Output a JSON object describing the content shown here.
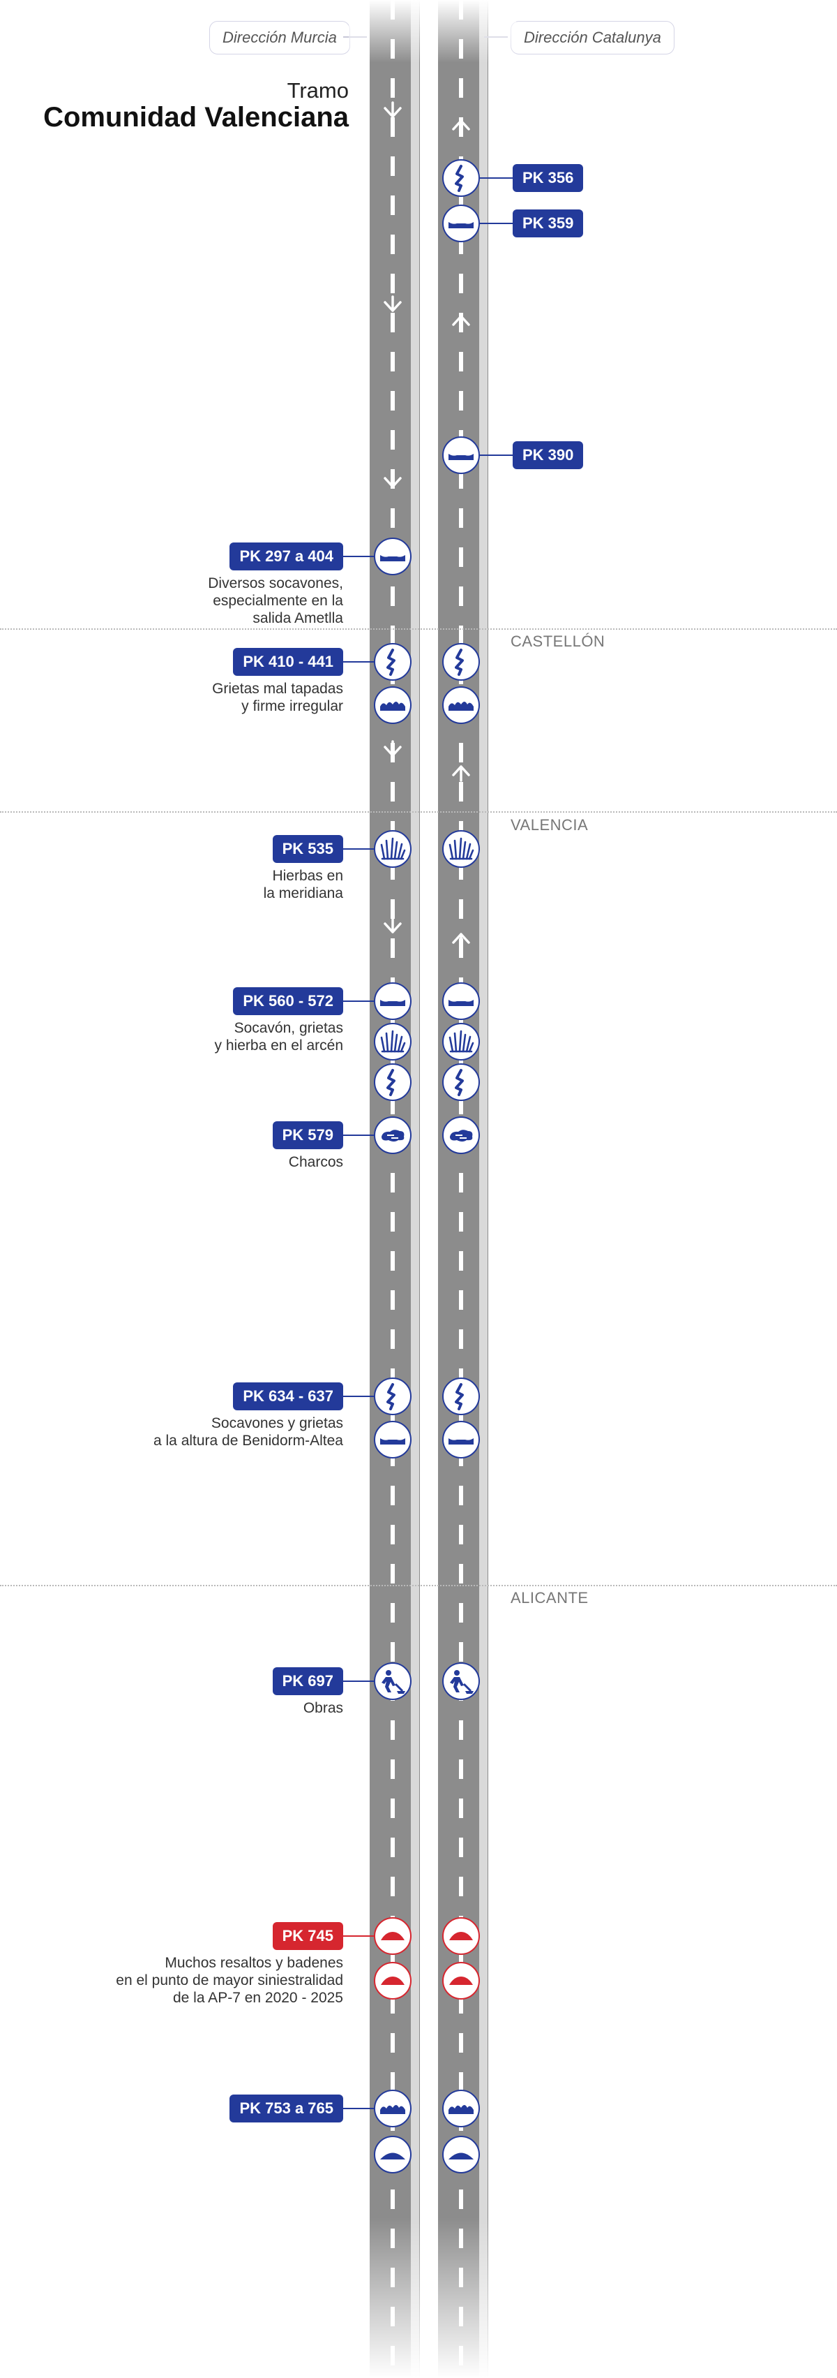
{
  "header": {
    "dir_left": "Dirección Murcia",
    "dir_right": "Dirección Catalunya",
    "tramo_small": "Tramo",
    "tramo_big": "Comunidad Valenciana"
  },
  "regions": [
    {
      "label": "CASTELLÓN"
    },
    {
      "label": "VALENCIA"
    },
    {
      "label": "ALICANTE"
    }
  ],
  "colors": {
    "blue": "#233a9a",
    "red": "#d6262f",
    "road": "#8c8c8c"
  },
  "markers": [
    {
      "pk": "PK 356",
      "icons_right": [
        "crack-icon"
      ],
      "side": "right"
    },
    {
      "pk": "PK 359",
      "icons_right": [
        "pothole-icon"
      ],
      "side": "right"
    },
    {
      "pk": "PK 390",
      "icons_right": [
        "pothole-icon"
      ],
      "side": "right"
    },
    {
      "pk": "PK 297 a 404",
      "icons_left": [
        "pothole-icon"
      ],
      "desc": "Diversos socavones,\nespecialmente en la\nsalida Ametlla",
      "side": "left"
    },
    {
      "pk": "PK 410 - 441",
      "icons_left": [
        "crack-icon",
        "uneven-road-icon"
      ],
      "icons_right": [
        "crack-icon",
        "uneven-road-icon"
      ],
      "desc": "Grietas mal tapadas\ny firme irregular",
      "side": "left"
    },
    {
      "pk": "PK 535",
      "icons_left": [
        "grass-icon"
      ],
      "icons_right": [
        "grass-icon"
      ],
      "desc": "Hierbas en\nla meridiana",
      "side": "left"
    },
    {
      "pk": "PK 560 - 572",
      "icons_left": [
        "pothole-icon",
        "grass-icon",
        "crack-icon"
      ],
      "icons_right": [
        "pothole-icon",
        "grass-icon",
        "crack-icon"
      ],
      "desc": "Socavón, grietas\ny hierba en el arcén",
      "side": "left"
    },
    {
      "pk": "PK 579",
      "icons_left": [
        "puddle-icon"
      ],
      "icons_right": [
        "puddle-icon"
      ],
      "desc": "Charcos",
      "side": "left"
    },
    {
      "pk": "PK 634 - 637",
      "icons_left": [
        "crack-icon",
        "pothole-icon"
      ],
      "icons_right": [
        "crack-icon",
        "pothole-icon"
      ],
      "desc": "Socavones y grietas\na la altura de Benidorm-Altea",
      "side": "left"
    },
    {
      "pk": "PK 697",
      "icons_left": [
        "roadworks-icon"
      ],
      "icons_right": [
        "roadworks-icon"
      ],
      "desc": "Obras",
      "side": "left"
    },
    {
      "pk": "PK 745",
      "icons_left": [
        "bump-icon",
        "bump-icon"
      ],
      "icons_right": [
        "bump-icon",
        "bump-icon"
      ],
      "desc": "Muchos resaltos y badenes\nen el punto de mayor siniestralidad\nde la AP-7 en 2020 - 2025",
      "side": "left",
      "alert": true
    },
    {
      "pk": "PK 753 a 765",
      "icons_left": [
        "uneven-road-icon",
        "hump-icon"
      ],
      "icons_right": [
        "uneven-road-icon",
        "hump-icon"
      ],
      "side": "left"
    }
  ]
}
